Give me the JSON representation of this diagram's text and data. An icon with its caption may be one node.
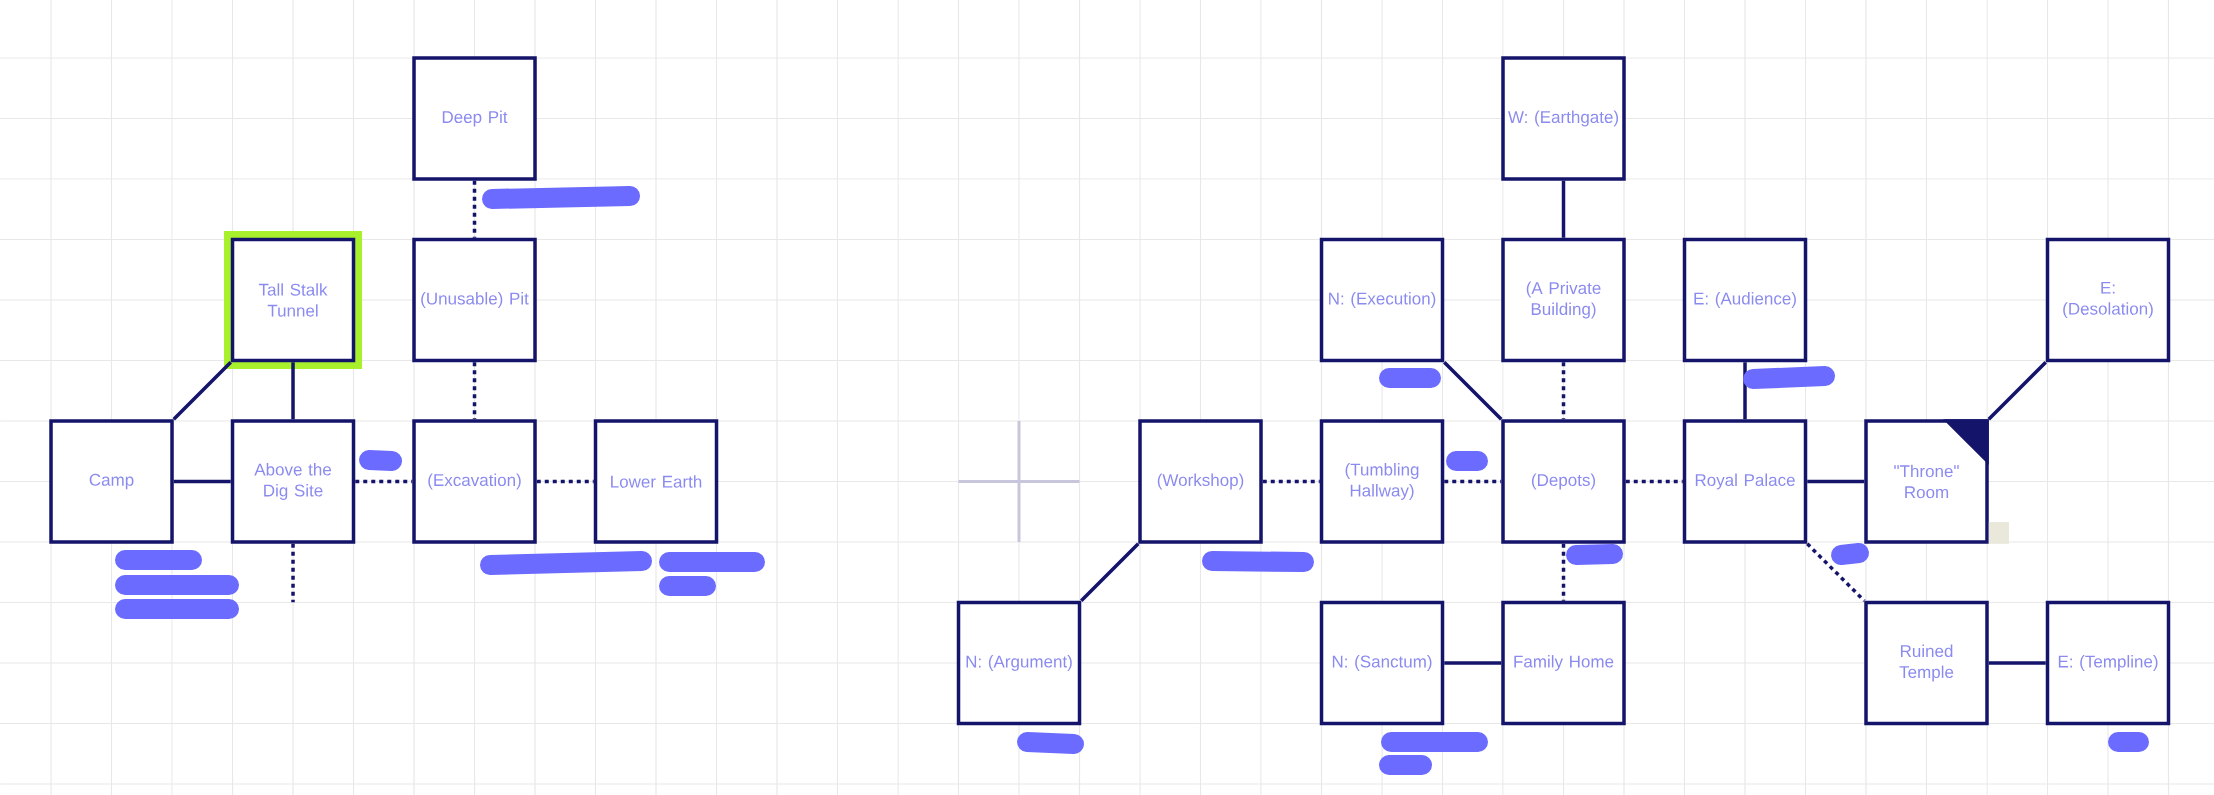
{
  "diagram": {
    "nodes": [
      {
        "text": [
          "Deep Pit"
        ]
      },
      {
        "text": [
          "Tall Stalk Tunnel"
        ]
      },
      {
        "text": [
          "(Unusable) Pit"
        ]
      },
      {
        "text": [
          "Camp"
        ]
      },
      {
        "text": [
          "Above the Dig Site"
        ]
      },
      {
        "text": [
          "(Excavation)"
        ]
      },
      {
        "text": [
          "Lower Earth"
        ]
      },
      {
        "text": [
          "W: (Earthgate)"
        ]
      },
      {
        "text": [
          "N: (Execution)"
        ]
      },
      {
        "text": [
          "(A Private Building)"
        ]
      },
      {
        "text": [
          "E: (Audience)"
        ]
      },
      {
        "text": [
          "E: (Desolation)"
        ]
      },
      {
        "text": [
          "(Workshop)"
        ]
      },
      {
        "text": [
          "(Tumbling Hallway)"
        ]
      },
      {
        "text": [
          "(Depots)"
        ]
      },
      {
        "text": [
          "Royal Palace"
        ]
      },
      {
        "text": [
          "\"Throne\" Room"
        ]
      },
      {
        "text": [
          "N: (Argument)"
        ]
      },
      {
        "text": [
          "N: (Sanctum)"
        ]
      },
      {
        "text": [
          "Family Home"
        ]
      },
      {
        "text": [
          "Ruined Temple"
        ]
      },
      {
        "text": [
          "E: (Templine)"
        ]
      }
    ],
    "edges": [
      {
        "from": 1,
        "to": 3,
        "arrow": "none"
      },
      {
        "from": 1,
        "to": 4,
        "arrow": "none"
      },
      {
        "from": 0,
        "to": 2,
        "arrow": "none",
        "style": "dashed"
      },
      {
        "from": 2,
        "to": 5,
        "arrow": "none",
        "style": "dashed"
      },
      {
        "from": 3,
        "to": 4,
        "arrow": "none"
      },
      {
        "from": 4,
        "to": 5,
        "arrow": "none",
        "style": "dashed"
      },
      {
        "from": 5,
        "to": 6,
        "arrow": "none",
        "style": "dashed"
      },
      {
        "from": 4,
        "to": null,
        "arrow": "none",
        "style": "dashed"
      },
      {
        "from": 7,
        "to": 9,
        "arrow": "none"
      },
      {
        "from": 8,
        "to": 14,
        "arrow": "none"
      },
      {
        "from": 9,
        "to": 14,
        "arrow": "none",
        "style": "dashed"
      },
      {
        "from": 10,
        "to": 15,
        "arrow": "none"
      },
      {
        "from": 16,
        "to": 11,
        "arrow": "none"
      },
      {
        "from": 12,
        "to": 13,
        "arrow": "none",
        "style": "dashed"
      },
      {
        "from": 13,
        "to": 14,
        "arrow": "none",
        "style": "dashed"
      },
      {
        "from": 14,
        "to": 15,
        "arrow": "none",
        "style": "dashed"
      },
      {
        "from": 15,
        "to": 16,
        "arrow": "none"
      },
      {
        "from": 12,
        "to": 17,
        "arrow": "none"
      },
      {
        "from": 14,
        "to": 19,
        "arrow": "none",
        "style": "dashed"
      },
      {
        "from": 18,
        "to": 19,
        "arrow": "none"
      },
      {
        "from": 15,
        "to": 20,
        "arrow": "none",
        "style": "dashed"
      },
      {
        "from": 20,
        "to": 21,
        "arrow": "none"
      }
    ]
  }
}
